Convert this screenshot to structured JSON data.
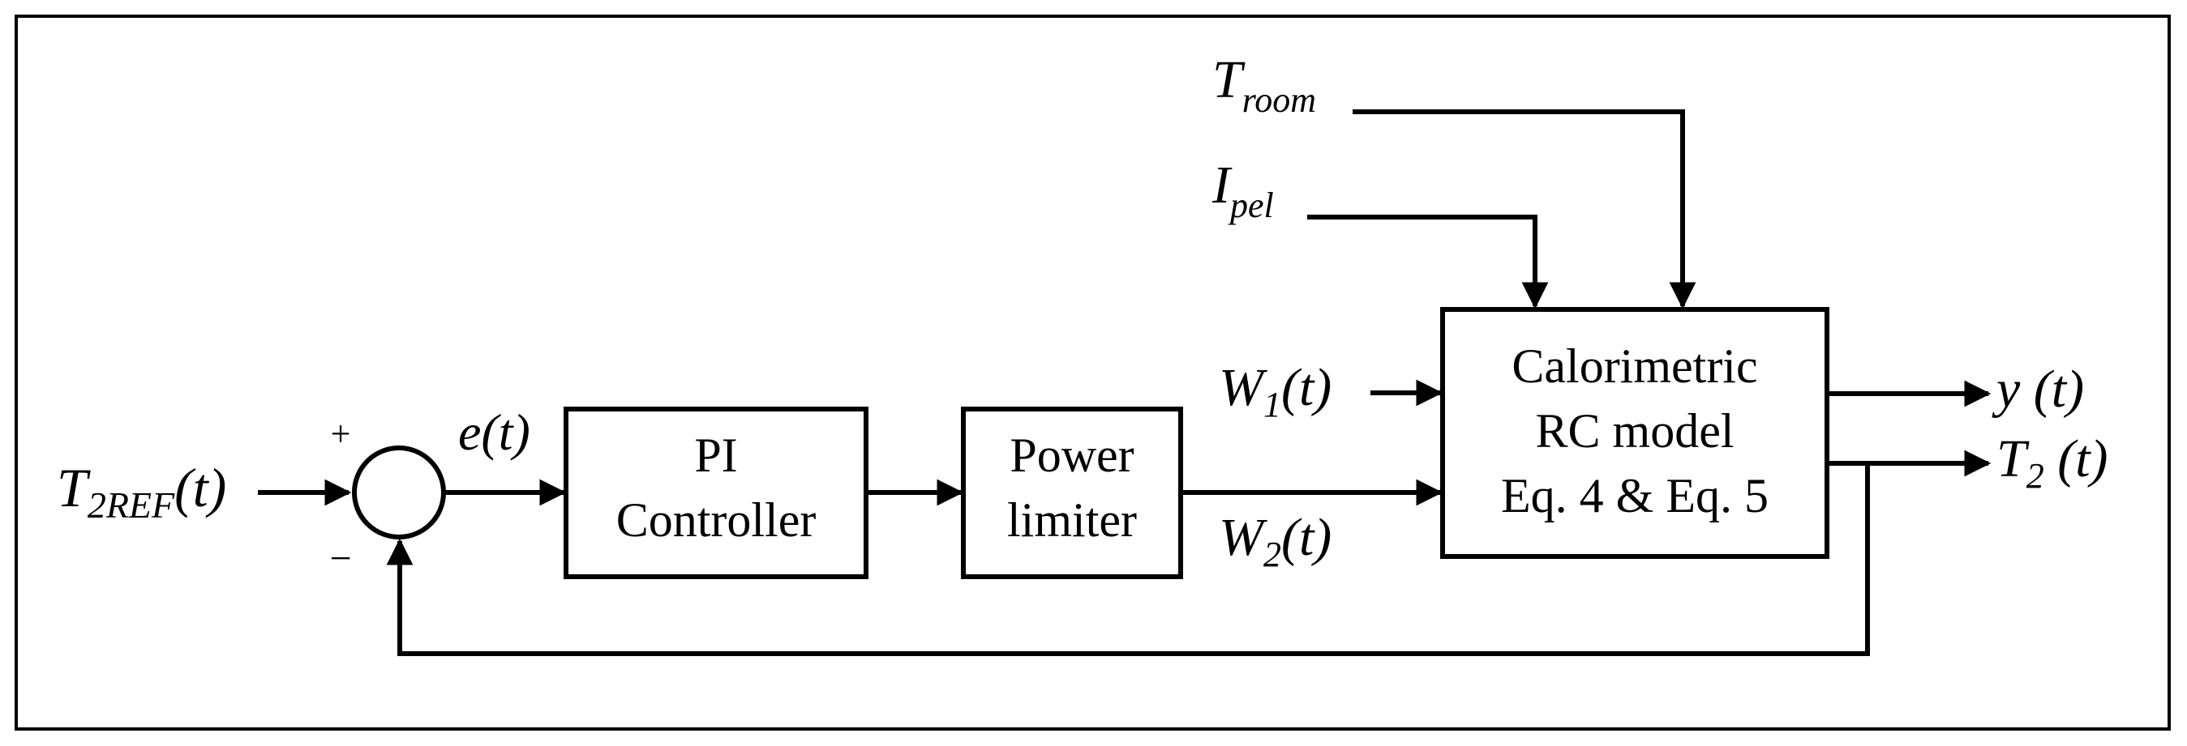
{
  "diagram": {
    "blocks": {
      "pi_controller": {
        "line1": "PI",
        "line2": "Controller"
      },
      "power_limiter": {
        "line1": "Power",
        "line2": "limiter"
      },
      "calorimetric_model": {
        "line1": "Calorimetric",
        "line2": "RC model",
        "line3": "Eq. 4 & Eq. 5"
      }
    },
    "summing_junction": {
      "plus": "+",
      "minus": "−"
    },
    "signals": {
      "reference": {
        "base": "T",
        "sub": "2REF",
        "suffix": "(t)"
      },
      "error": {
        "text": "e(t)"
      },
      "w1": {
        "base": "W",
        "sub": "1",
        "suffix": "(t)"
      },
      "w2": {
        "base": "W",
        "sub": "2",
        "suffix": "(t)"
      },
      "t_room": {
        "base": "T",
        "sub": "room"
      },
      "i_pel": {
        "base": "I",
        "sub": "pel"
      },
      "y_out": {
        "text": "y (t)"
      },
      "t2_out": {
        "base": "T",
        "sub": "2",
        "suffix": " (t)"
      }
    }
  }
}
